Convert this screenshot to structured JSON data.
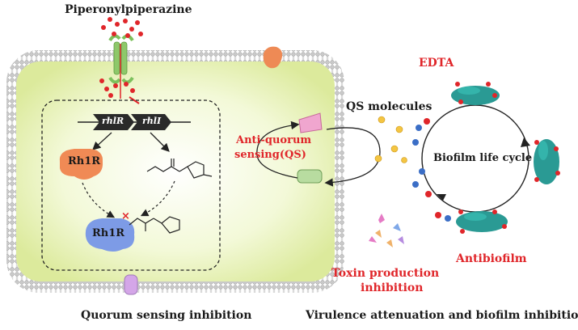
{
  "left_panel": {
    "drug_label": "Piperonylpiperazine",
    "gene_rhlR": "rhlR",
    "gene_rhlI": "rhlI",
    "protein_label": "Rh1R",
    "complex_label": "Rh1R",
    "caption": "Quorum sensing inhibition"
  },
  "middle_panel": {
    "anti_qs_label_line1": "Anti-quorum",
    "anti_qs_label_line2": "sensing(QS)",
    "qs_molecules_label": "QS molecules"
  },
  "right_panel": {
    "edta_label": "EDTA",
    "cycle_label": "Biofilm life cycle",
    "antibiofilm_label": "Antibiofilm",
    "toxin_label_line1": "Toxin production",
    "toxin_label_line2": "inhibition",
    "caption": "Virulence attenuation and biofilm inhibition"
  },
  "colors": {
    "highlight_text": "#e0262a",
    "cell_fill": "#eef6c8",
    "protein_orange": "#f08a55",
    "protein_blue": "#7d9be6",
    "channel_pink": "#f0a6cf",
    "channel_green": "#b8dca0"
  }
}
